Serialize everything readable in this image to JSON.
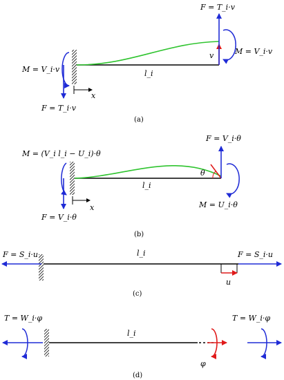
{
  "panels": [
    {
      "caption": "(a)",
      "length_label": "l_i",
      "labels": {
        "f_top": "F = T_i·v",
        "m_right": "M = V_i·v",
        "m_left": "M = V_i·v",
        "f_bottom": "F = T_i·v",
        "disp": "v",
        "axis": "x"
      }
    },
    {
      "caption": "(b)",
      "length_label": "l_i",
      "labels": {
        "m_left": "M = (V_i l_i − U_i)·θ",
        "f_top": "F = V_i·θ",
        "angle": "θ",
        "m_right": "M = U_i·θ",
        "f_bottom": "F = V_i·θ",
        "axis": "x"
      }
    },
    {
      "caption": "(c)",
      "length_label": "l_i",
      "labels": {
        "f_left": "F = S_i·u",
        "f_right": "F = S_i·u",
        "disp": "u"
      }
    },
    {
      "caption": "(d)",
      "length_label": "l_i",
      "labels": {
        "t_left": "T = W_i·φ",
        "t_right": "T = W_i·φ",
        "angle": "φ"
      }
    }
  ],
  "colors": {
    "beam": "#000000",
    "force": "#1f2bd6",
    "deflection": "#2fc42f",
    "imposed": "#e01a1a",
    "support": "#000000"
  }
}
